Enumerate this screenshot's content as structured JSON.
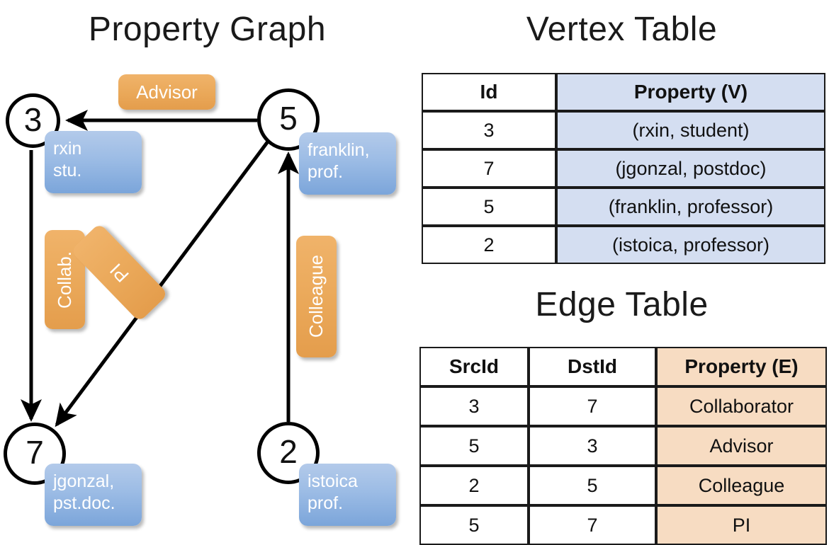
{
  "titles": {
    "graph": "Property Graph",
    "vertex": "Vertex Table",
    "edge": "Edge Table"
  },
  "graph": {
    "nodes": [
      {
        "id": "3",
        "label_line1": "rxin",
        "label_line2": "stu."
      },
      {
        "id": "5",
        "label_line1": "franklin,",
        "label_line2": "prof."
      },
      {
        "id": "7",
        "label_line1": "jgonzal,",
        "label_line2": "pst.doc."
      },
      {
        "id": "2",
        "label_line1": "istoica",
        "label_line2": "prof."
      }
    ],
    "edge_labels": [
      {
        "text": "Advisor",
        "orientation": "horizontal"
      },
      {
        "text": "Collab.",
        "orientation": "vertical"
      },
      {
        "text": "PI",
        "orientation": "rotated"
      },
      {
        "text": "Colleague",
        "orientation": "vertical"
      }
    ]
  },
  "vertex_table": {
    "headers": [
      "Id",
      "Property (V)"
    ],
    "rows": [
      {
        "id": "3",
        "property": "(rxin, student)"
      },
      {
        "id": "7",
        "property": "(jgonzal, postdoc)"
      },
      {
        "id": "5",
        "property": "(franklin, professor)"
      },
      {
        "id": "2",
        "property": "(istoica, professor)"
      }
    ]
  },
  "edge_table": {
    "headers": [
      "SrcId",
      "DstId",
      "Property (E)"
    ],
    "rows": [
      {
        "src": "3",
        "dst": "7",
        "property": "Collaborator"
      },
      {
        "src": "5",
        "dst": "3",
        "property": "Advisor"
      },
      {
        "src": "2",
        "dst": "5",
        "property": "Colleague"
      },
      {
        "src": "5",
        "dst": "7",
        "property": "PI"
      }
    ]
  },
  "colors": {
    "vertex_header_fill": "#d4def1",
    "edge_header_fill": "#f7dcc2",
    "node_box_blue": "#9cbce5",
    "edge_label_orange": "#eaa859",
    "stroke": "#1a1a1a"
  }
}
